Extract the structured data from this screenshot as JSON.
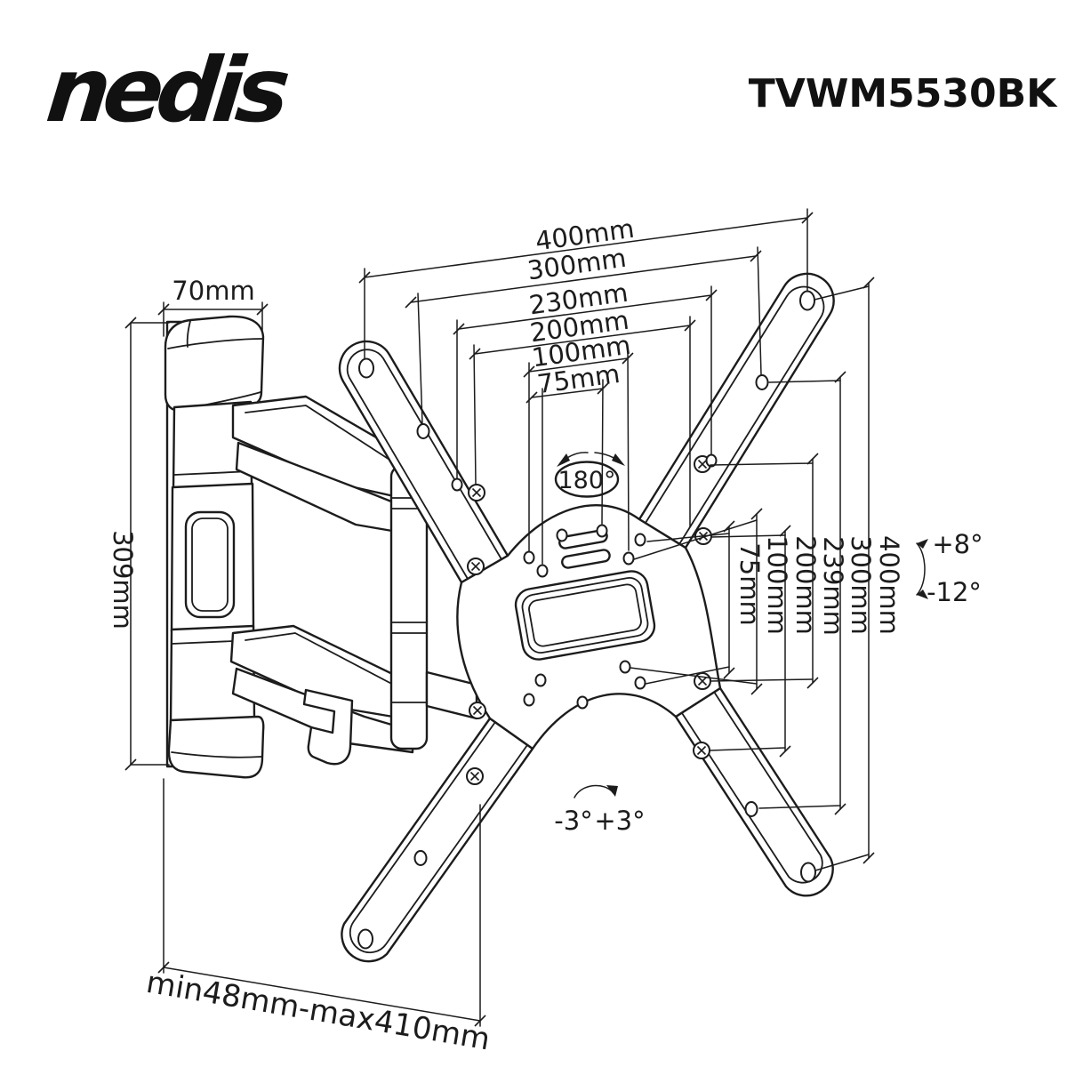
{
  "header": {
    "brand": "nedis",
    "model": "TVWM5530BK"
  },
  "dimensions": {
    "top": [
      "400mm",
      "300mm",
      "230mm",
      "200mm",
      "100mm",
      "75mm"
    ],
    "arm_depth": "70mm",
    "bracket_height": "309mm",
    "right": [
      "75mm",
      "100mm",
      "200mm",
      "239mm",
      "300mm",
      "400mm"
    ],
    "tv_width_range": "min48mm-max410mm"
  },
  "angles": {
    "swivel": "180°",
    "tilt_up": "+8°",
    "tilt_down": "-12°",
    "level_left": "-3°",
    "level_right": "+3°"
  },
  "colors": {
    "line": "#1c1c1c",
    "background": "#ffffff"
  }
}
